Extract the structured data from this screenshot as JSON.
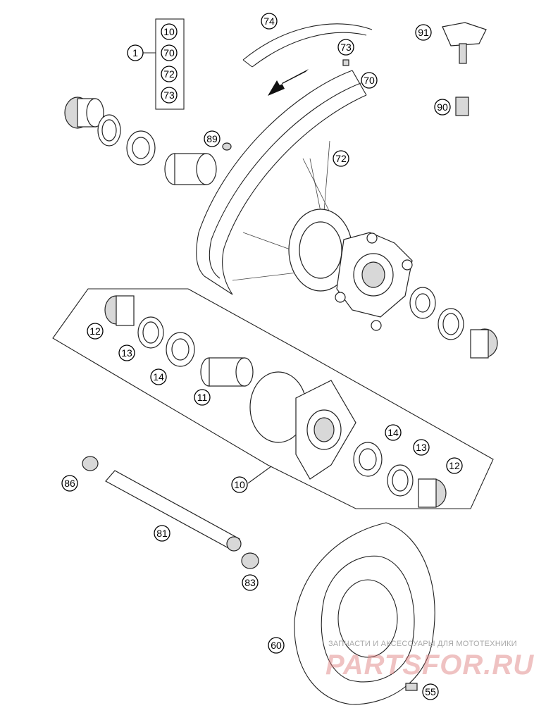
{
  "callouts": {
    "c1": "1",
    "c10a": "10",
    "c70a": "70",
    "c72a": "72",
    "c73a": "73",
    "c74": "74",
    "c73b": "73",
    "c70b": "70",
    "c72b": "72",
    "c89": "89",
    "c91": "91",
    "c90": "90",
    "c12a": "12",
    "c13a": "13",
    "c14a": "14",
    "c11": "11",
    "c14b": "14",
    "c13b": "13",
    "c12b": "12",
    "c10b": "10",
    "c86": "86",
    "c81": "81",
    "c83": "83",
    "c60": "60",
    "c55": "55"
  },
  "watermark": {
    "small": "ЗАПЧАСТИ И АКСЕССУАРЫ ДЛЯ МОТОТЕХНИКИ",
    "big": "PARTSFOR.RU"
  }
}
